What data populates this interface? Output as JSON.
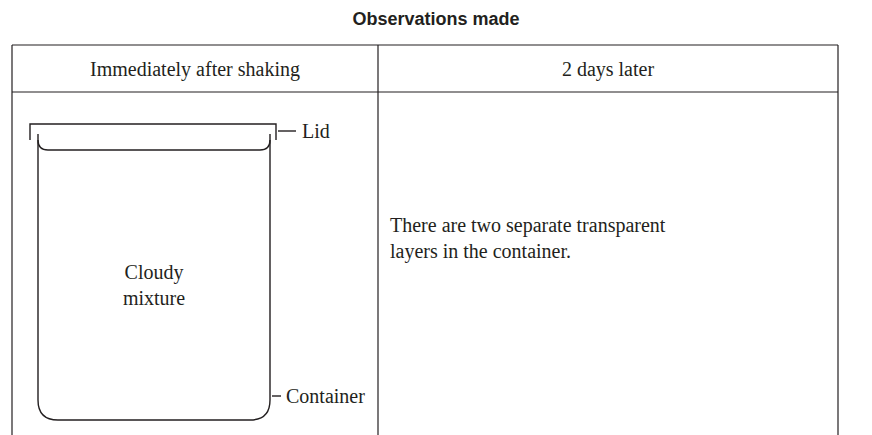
{
  "diagram": {
    "title": "Observations made",
    "nodes": [
      {
        "text": [
          "Cloudy mixture"
        ]
      }
    ],
    "labels": [
      "Immediately after shaking",
      "2 days later",
      "Lid",
      "Container",
      "There are two separate transparent layers in the container."
    ]
  }
}
